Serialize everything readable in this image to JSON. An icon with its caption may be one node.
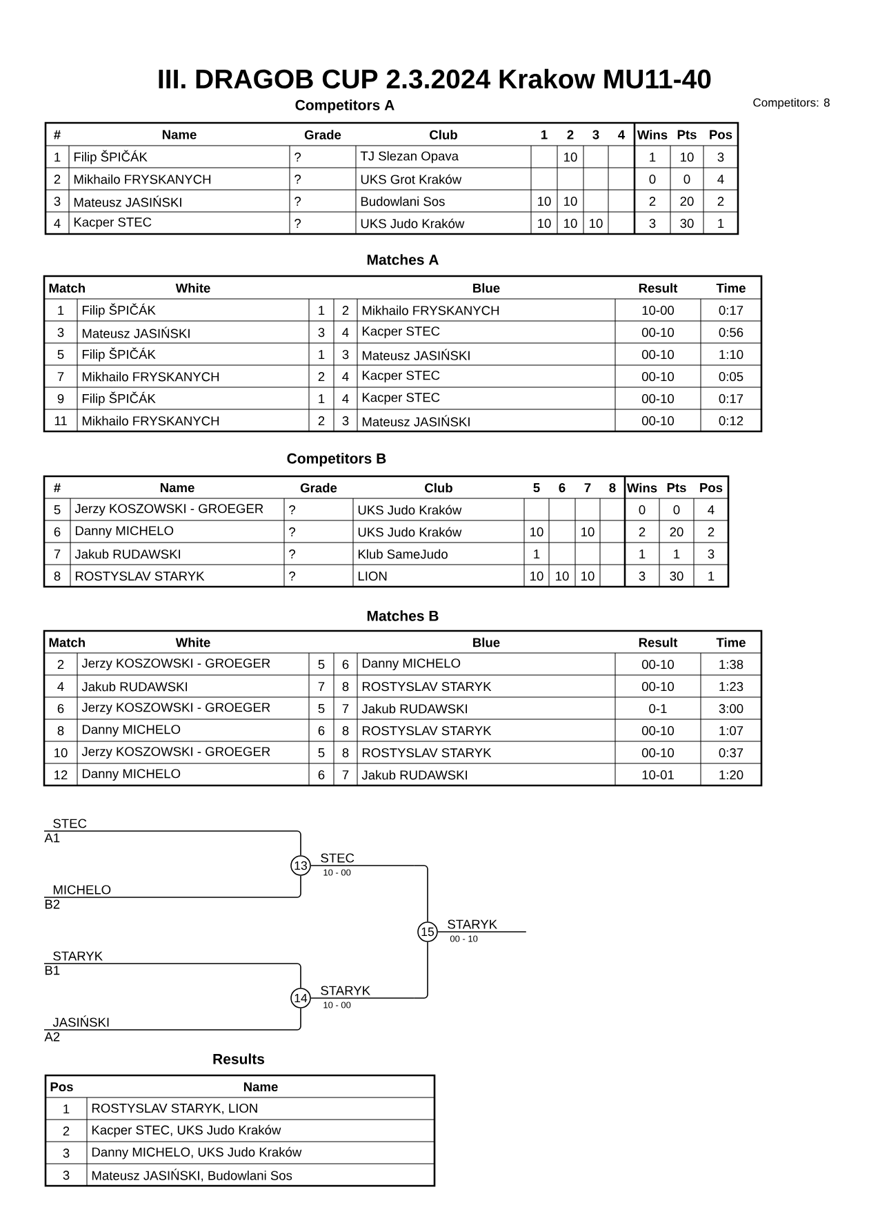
{
  "diagram": {
    "title": "III. DRAGOB CUP 2.3.2024 Krakow MU11-40",
    "nodes": [
      {
        "text": [
          "STEC"
        ],
        "beside": [
          "A1"
        ]
      },
      {
        "text": [
          "MICHELO"
        ],
        "beside": [
          "B2"
        ]
      },
      {
        "text": [
          "STARYK"
        ],
        "beside": [
          "B1"
        ]
      },
      {
        "text": [
          "JASIŃSKI"
        ],
        "beside": [
          "A2"
        ]
      },
      {
        "text": [
          "13"
        ]
      },
      {
        "text": [
          "14"
        ]
      },
      {
        "text": [
          "STEC"
        ],
        "beside": [
          "10 - 00"
        ]
      },
      {
        "text": [
          "STARYK"
        ],
        "beside": [
          "10 - 00"
        ]
      },
      {
        "text": [
          "15"
        ]
      },
      {
        "text": [
          "STARYK"
        ],
        "beside": [
          "00 - 10"
        ]
      }
    ],
    "edges": [
      {
        "from": 0,
        "to": 4,
        "arrow": "none"
      },
      {
        "from": 1,
        "to": 4,
        "arrow": "none"
      },
      {
        "from": 2,
        "to": 5,
        "arrow": "none"
      },
      {
        "from": 3,
        "to": 5,
        "arrow": "none"
      },
      {
        "from": 4,
        "to": 6,
        "arrow": "none"
      },
      {
        "from": 5,
        "to": 7,
        "arrow": "none"
      },
      {
        "from": 6,
        "to": 8,
        "arrow": "none"
      },
      {
        "from": 7,
        "to": 8,
        "arrow": "none"
      },
      {
        "from": 8,
        "to": 9,
        "arrow": "none"
      }
    ],
    "labels": [
      "Competitors A",
      "Competitors: 8",
      "#",
      "Name",
      "Grade",
      "Club",
      "1",
      "2",
      "3",
      "4",
      "Wins",
      "Pts",
      "Pos",
      "1",
      "Filip ŠPIČÁK",
      "?",
      "TJ Slezan Opava",
      "10",
      "1",
      "10",
      "3",
      "2",
      "Mikhailo FRYSKANYCH",
      "?",
      "UKS Grot Kraków",
      "0",
      "0",
      "4",
      "3",
      "Mateusz JASIŃSKI",
      "?",
      "Budowlani Sos",
      "10",
      "10",
      "2",
      "20",
      "2",
      "4",
      "Kacper STEC",
      "?",
      "UKS Judo Kraków",
      "10",
      "10",
      "10",
      "3",
      "30",
      "1",
      "Matches A",
      "Match",
      "White",
      "Blue",
      "Result",
      "Time",
      "1",
      "Filip ŠPIČÁK",
      "1",
      "2",
      "Mikhailo FRYSKANYCH",
      "10-00",
      "0:17",
      "3",
      "Mateusz JASIŃSKI",
      "3",
      "4",
      "Kacper STEC",
      "00-10",
      "0:56",
      "5",
      "Filip ŠPIČÁK",
      "1",
      "3",
      "Mateusz JASIŃSKI",
      "00-10",
      "1:10",
      "7",
      "Mikhailo FRYSKANYCH",
      "2",
      "4",
      "Kacper STEC",
      "00-10",
      "0:05",
      "9",
      "Filip ŠPIČÁK",
      "1",
      "4",
      "Kacper STEC",
      "00-10",
      "0:17",
      "11",
      "Mikhailo FRYSKANYCH",
      "2",
      "3",
      "Mateusz JASIŃSKI",
      "00-10",
      "0:12",
      "Competitors B",
      "#",
      "Name",
      "Grade",
      "Club",
      "5",
      "6",
      "7",
      "8",
      "Wins",
      "Pts",
      "Pos",
      "5",
      "Jerzy KOSZOWSKI - GROEGER",
      "?",
      "UKS Judo Kraków",
      "0",
      "0",
      "4",
      "6",
      "Danny MICHELO",
      "?",
      "UKS Judo Kraków",
      "10",
      "10",
      "2",
      "20",
      "2",
      "7",
      "Jakub RUDAWSKI",
      "?",
      "Klub SameJudo",
      "1",
      "1",
      "1",
      "3",
      "8",
      "ROSTYSLAV STARYK",
      "?",
      "LION",
      "10",
      "10",
      "10",
      "3",
      "30",
      "1",
      "Matches B",
      "Match",
      "White",
      "Blue",
      "Result",
      "Time",
      "2",
      "Jerzy KOSZOWSKI - GROEGER",
      "5",
      "6",
      "Danny MICHELO",
      "00-10",
      "1:38",
      "4",
      "Jakub RUDAWSKI",
      "7",
      "8",
      "ROSTYSLAV STARYK",
      "00-10",
      "1:23",
      "6",
      "Jerzy KOSZOWSKI - GROEGER",
      "5",
      "7",
      "Jakub RUDAWSKI",
      "0-1",
      "3:00",
      "8",
      "Danny MICHELO",
      "6",
      "8",
      "ROSTYSLAV STARYK",
      "00-10",
      "1:07",
      "10",
      "Jerzy KOSZOWSKI - GROEGER",
      "5",
      "8",
      "ROSTYSLAV STARYK",
      "00-10",
      "0:37",
      "12",
      "Danny MICHELO",
      "6",
      "7",
      "Jakub RUDAWSKI",
      "10-01",
      "1:20",
      "Results",
      "Pos",
      "Name",
      "1",
      "ROSTYSLAV STARYK, LION",
      "2",
      "Kacper STEC, UKS Judo Kraków",
      "3",
      "Danny MICHELO, UKS Judo Kraków",
      "3",
      "Mateusz JASIŃSKI, Budowlani Sos"
    ]
  }
}
